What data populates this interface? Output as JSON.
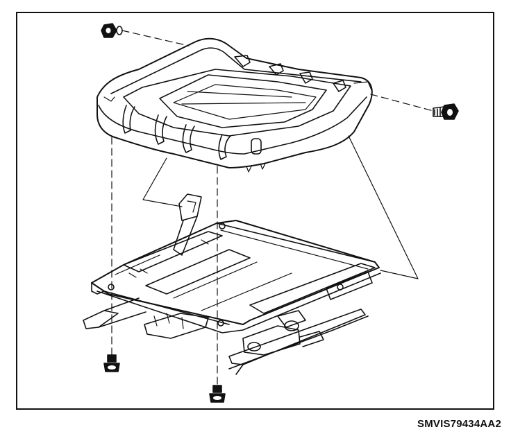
{
  "figure": {
    "code": "SMVIS79434AA2"
  },
  "parts": {
    "cushion": "seat-cushion",
    "frame": "seat-frame-with-slide-rails",
    "fasteners": [
      "bolt-top-left",
      "bolt-top-right",
      "nut-bottom-left",
      "nut-bottom-center"
    ]
  }
}
